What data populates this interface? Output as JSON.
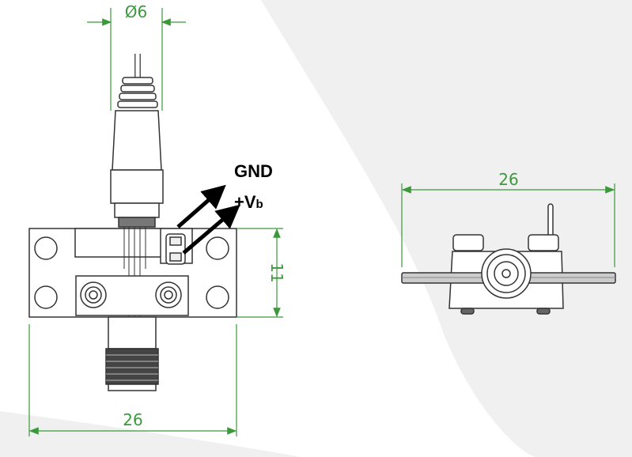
{
  "labels": {
    "gnd": "GND",
    "vb_main": "+V",
    "vb_sub": "b"
  },
  "dimensions": {
    "diameter": "Ø6",
    "height": "11",
    "width_front": "26",
    "width_side": "26"
  },
  "colors": {
    "dimension": "#3a9a3a",
    "line": "#333333",
    "background_shape": "#f0f0f0"
  }
}
